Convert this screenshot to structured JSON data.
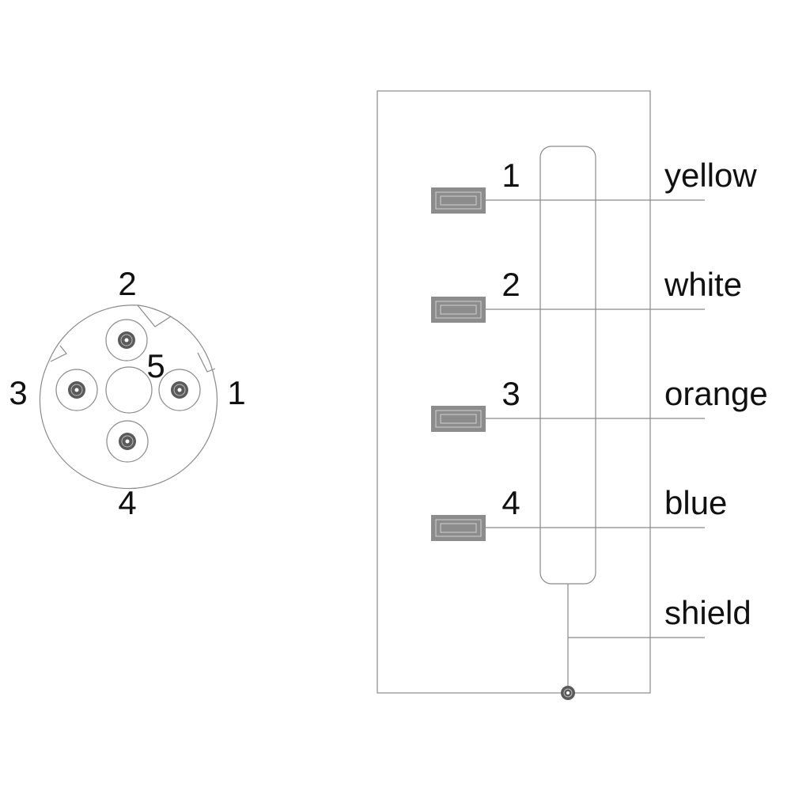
{
  "connector": {
    "pins": [
      {
        "id": "1",
        "label": "1"
      },
      {
        "id": "2",
        "label": "2"
      },
      {
        "id": "3",
        "label": "3"
      },
      {
        "id": "4",
        "label": "4"
      },
      {
        "id": "5",
        "label": "5"
      }
    ]
  },
  "wiring": {
    "wires": [
      {
        "pin": "1",
        "color": "yellow"
      },
      {
        "pin": "2",
        "color": "white"
      },
      {
        "pin": "3",
        "color": "orange"
      },
      {
        "pin": "4",
        "color": "blue"
      }
    ],
    "shield_label": "shield"
  },
  "colors": {
    "line": "#8a8a8a",
    "contact_fill": "#8c8c8c",
    "text": "#111111"
  }
}
